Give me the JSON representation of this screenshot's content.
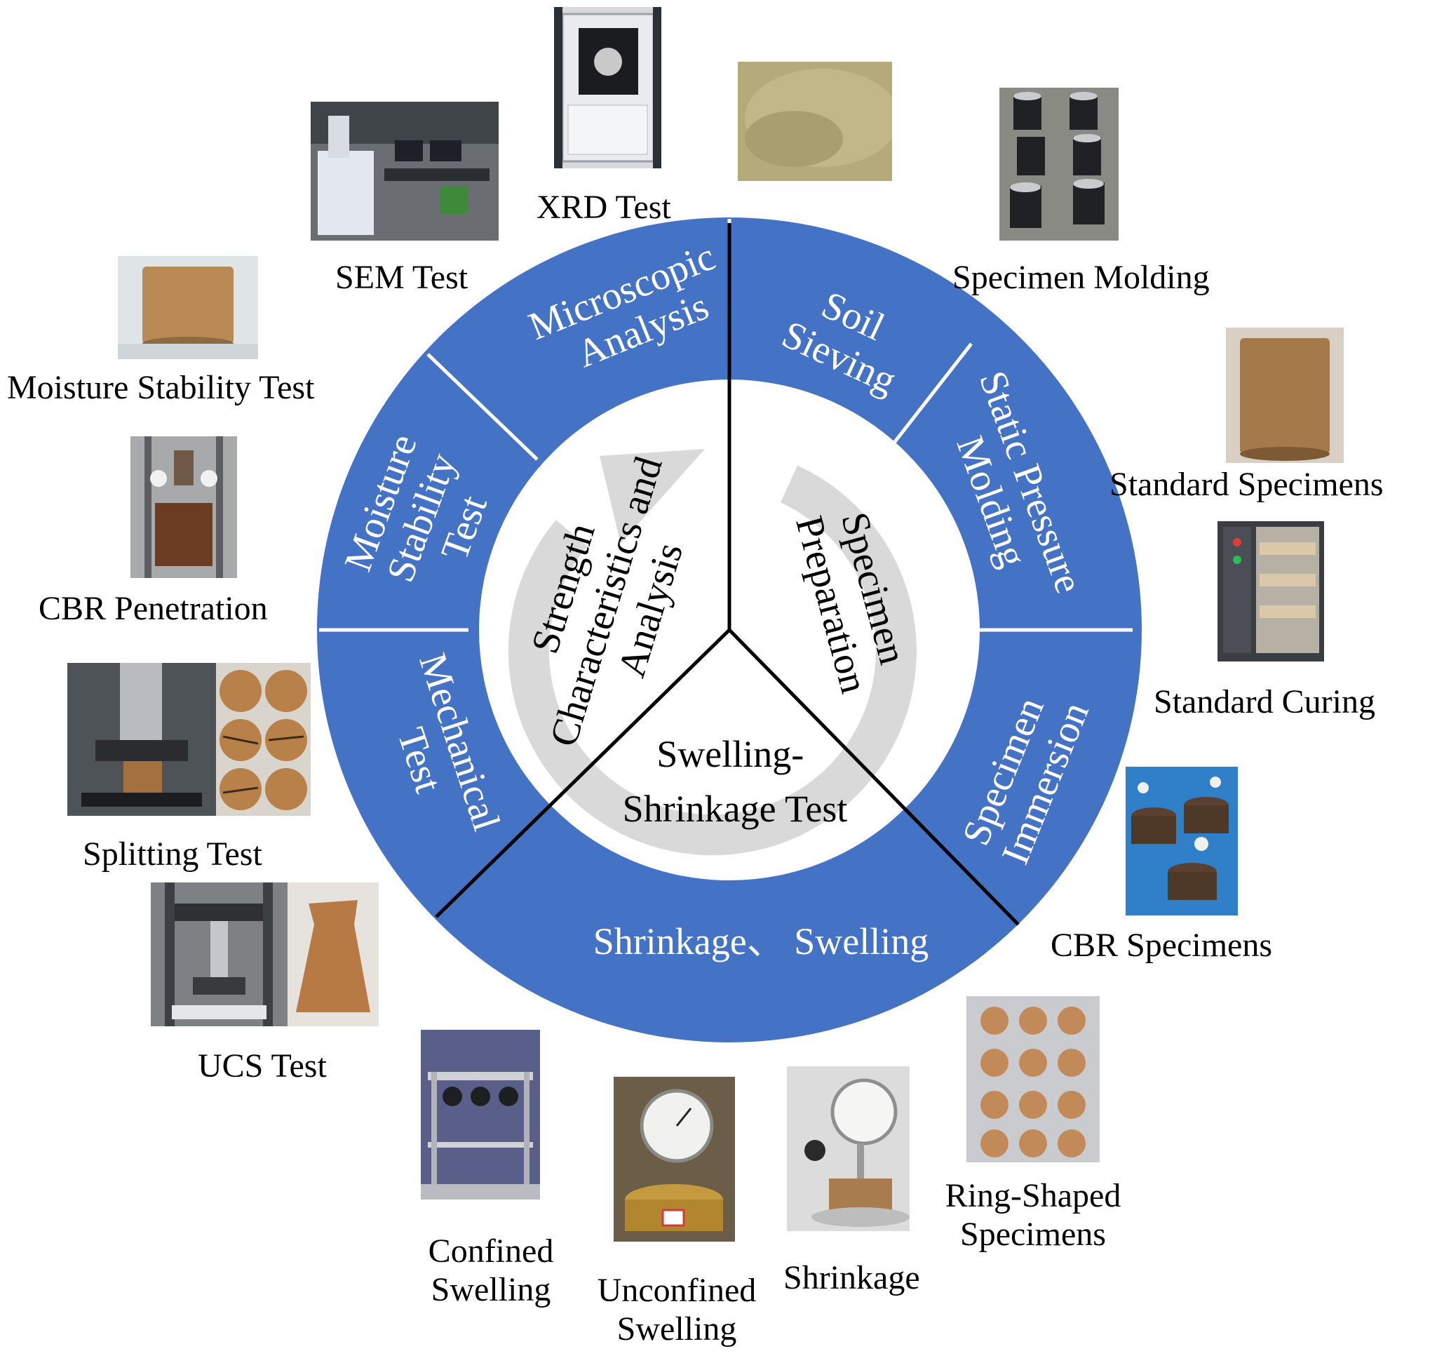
{
  "center": {
    "left_label": [
      "Strength",
      "Characteristics and",
      "Analysis"
    ],
    "right_label": [
      "Specimen",
      "Preparation"
    ],
    "bottom_label": [
      "Swelling-",
      "Shrinkage Test"
    ]
  },
  "ring": {
    "fill_color": "#4472c4",
    "segments": {
      "microscopic": [
        "Microscopic",
        "Analysis"
      ],
      "soil_sieving": [
        "Soil",
        "Sieving"
      ],
      "static_pressure": [
        "Static Pressure",
        "Molding"
      ],
      "immersion": [
        "Specimen",
        "Immersion"
      ],
      "shrink_swell": "Shrinkage、 Swelling",
      "mechanical": [
        "Mechanical",
        "Test"
      ],
      "moisture": [
        "Moisture",
        "Stability",
        "Test"
      ]
    }
  },
  "captions": {
    "xrd": "XRD Test",
    "sem": "SEM Test",
    "specimen_molding": "Specimen Molding",
    "moisture_stability": "Moisture Stability Test",
    "standard_specimens": "Standard Specimens",
    "cbr_penetration": "CBR Penetration",
    "standard_curing": "Standard Curing",
    "splitting": "Splitting Test",
    "cbr_specimens": "CBR Specimens",
    "ucs": "UCS Test",
    "ring_shaped": "Ring-Shaped Specimens",
    "confined": "Confined Swelling",
    "unconfined": "Unconfined Swelling",
    "shrinkage": "Shrinkage"
  }
}
